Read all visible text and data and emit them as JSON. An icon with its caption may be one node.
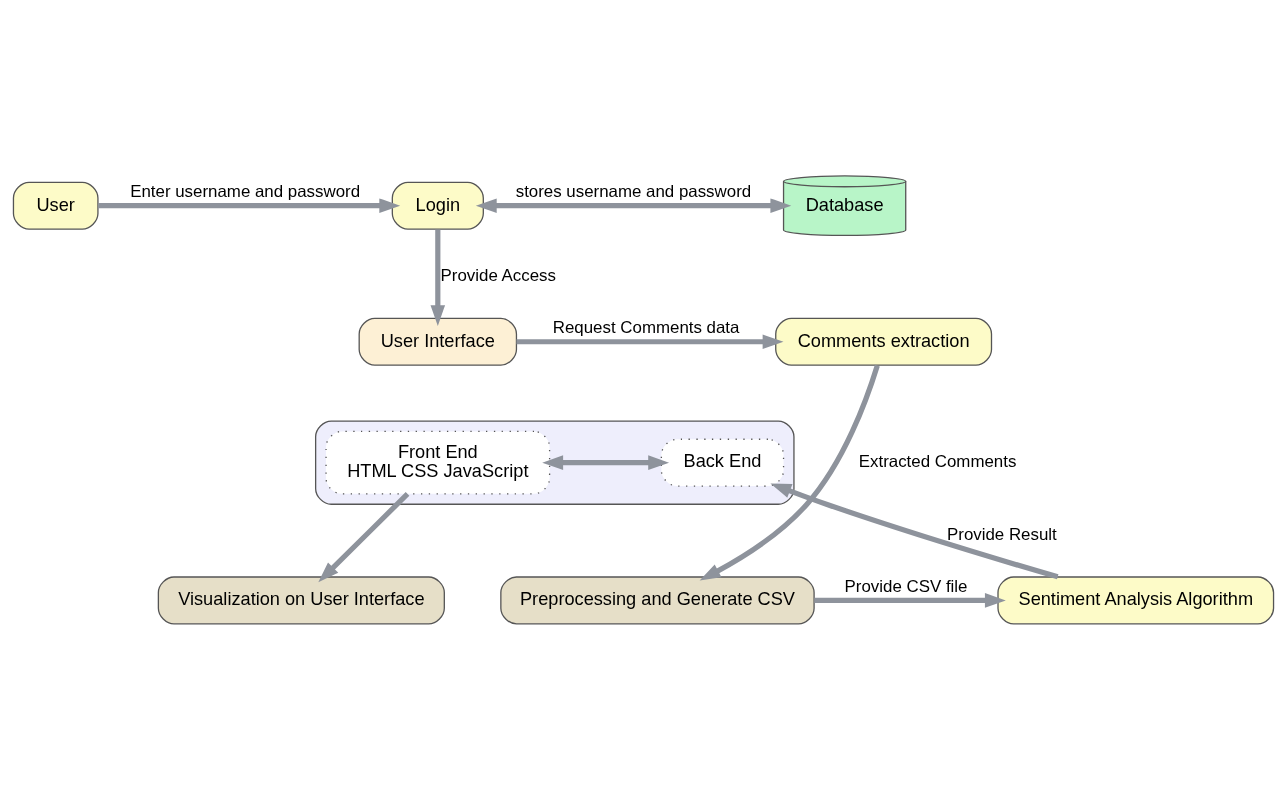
{
  "diagram": {
    "nodes": [
      {
        "text": [
          "User"
        ]
      },
      {
        "text": [
          "Login"
        ]
      },
      {
        "text": [
          "Database"
        ]
      },
      {
        "text": [
          "User Interface"
        ]
      },
      {
        "text": [
          "Comments extraction"
        ]
      },
      {
        "text": [],
        "shape": "box"
      },
      {
        "text": [
          "Front End",
          "HTML CSS JavaScript"
        ],
        "in": 5
      },
      {
        "text": [
          "Back End"
        ],
        "in": 5
      },
      {
        "text": [
          "Sentiment Analysis Algorithm"
        ]
      },
      {
        "text": [
          "Preprocessing and Generate CSV"
        ]
      },
      {
        "text": [
          "Visualization on User Interface"
        ]
      }
    ],
    "edges": [
      {
        "from": 0,
        "to": 1,
        "arrow": "to",
        "label": "Enter username and password"
      },
      {
        "from": 1,
        "to": 2,
        "arrow": "both",
        "label": "stores username and password"
      },
      {
        "from": 1,
        "to": 3,
        "arrow": "to",
        "label": "Provide Access"
      },
      {
        "from": 3,
        "to": 4,
        "arrow": "to",
        "label": "Request Comments data"
      },
      {
        "from": 4,
        "to": 9,
        "arrow": "to",
        "label": "Extracted Comments"
      },
      {
        "from": 9,
        "to": 8,
        "arrow": "to",
        "label": "Provide CSV file"
      },
      {
        "from": 8,
        "to": 7,
        "arrow": "to",
        "label": "Provide Result"
      },
      {
        "from": 6,
        "to": 7,
        "arrow": "both"
      },
      {
        "from": 6,
        "to": 10,
        "arrow": "to"
      }
    ]
  }
}
